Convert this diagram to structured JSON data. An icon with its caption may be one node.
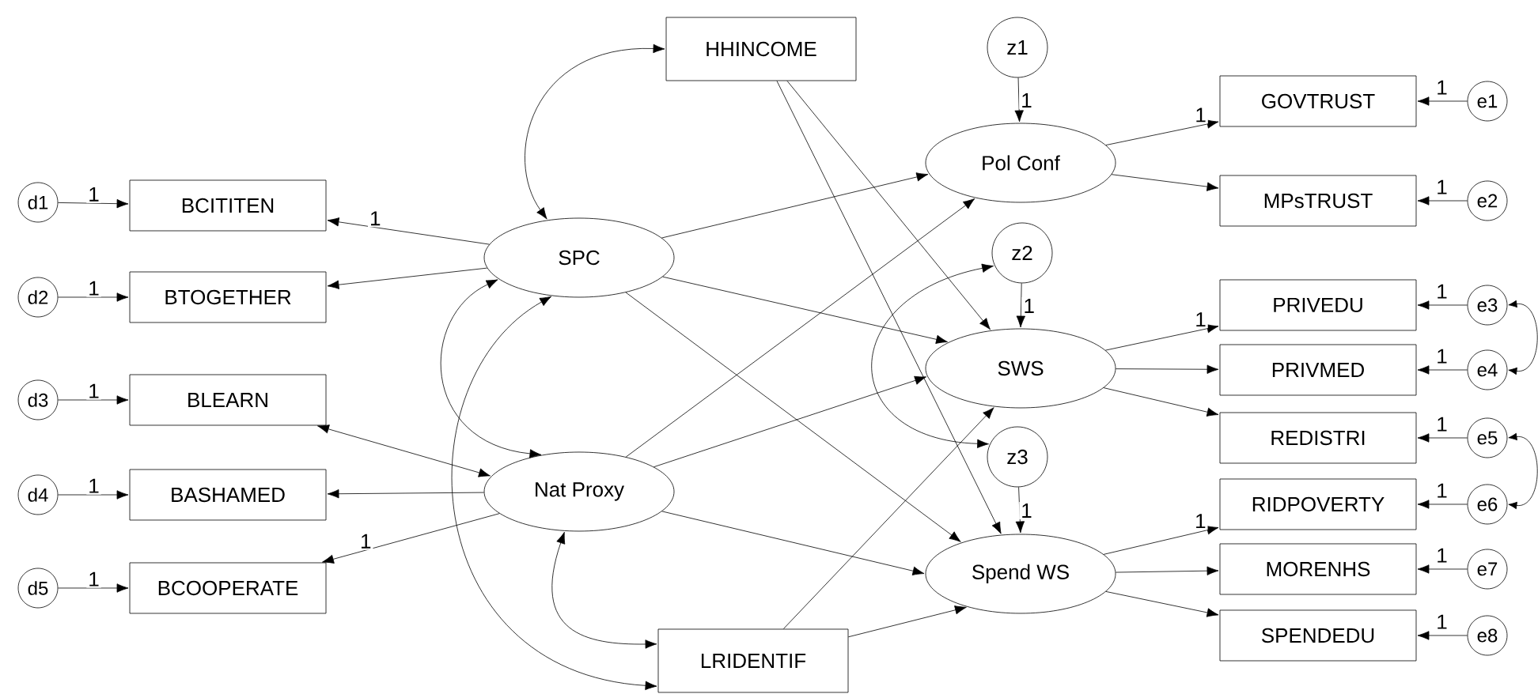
{
  "diagram": {
    "nodes": [
      {
        "text": [
          "d1"
        ]
      },
      {
        "text": [
          "BCITITEN"
        ]
      },
      {
        "text": [
          "d2"
        ]
      },
      {
        "text": [
          "BTOGETHER"
        ]
      },
      {
        "text": [
          "d3"
        ]
      },
      {
        "text": [
          "BLEARN"
        ]
      },
      {
        "text": [
          "d4"
        ]
      },
      {
        "text": [
          "BASHAMED"
        ]
      },
      {
        "text": [
          "d5"
        ]
      },
      {
        "text": [
          "BCOOPERATE"
        ]
      },
      {
        "text": [
          "HHINCOME"
        ]
      },
      {
        "text": [
          "SPC"
        ]
      },
      {
        "text": [
          "Nat Proxy"
        ]
      },
      {
        "text": [
          "LRIDENTIF"
        ]
      },
      {
        "text": [
          "z1"
        ]
      },
      {
        "text": [
          "Pol Conf"
        ]
      },
      {
        "text": [
          "z2"
        ]
      },
      {
        "text": [
          "SWS"
        ]
      },
      {
        "text": [
          "z3"
        ]
      },
      {
        "text": [
          "Spend WS"
        ]
      },
      {
        "text": [
          "GOVTRUST"
        ]
      },
      {
        "text": [
          "MPsTRUST"
        ]
      },
      {
        "text": [
          "PRIVEDU"
        ]
      },
      {
        "text": [
          "PRIVMED"
        ]
      },
      {
        "text": [
          "REDISTRI"
        ]
      },
      {
        "text": [
          "RIDPOVERTY"
        ]
      },
      {
        "text": [
          "MORENHS"
        ]
      },
      {
        "text": [
          "SPENDEDU"
        ]
      },
      {
        "text": [
          "e1"
        ]
      },
      {
        "text": [
          "e2"
        ]
      },
      {
        "text": [
          "e3"
        ]
      },
      {
        "text": [
          "e4"
        ]
      },
      {
        "text": [
          "e5"
        ]
      },
      {
        "text": [
          "e6"
        ]
      },
      {
        "text": [
          "e7"
        ]
      },
      {
        "text": [
          "e8"
        ]
      }
    ],
    "edges": [
      {
        "from": 0,
        "to": 1,
        "arrow": "to",
        "label": "1"
      },
      {
        "from": 2,
        "to": 3,
        "arrow": "to",
        "label": "1"
      },
      {
        "from": 4,
        "to": 5,
        "arrow": "to",
        "label": "1"
      },
      {
        "from": 6,
        "to": 7,
        "arrow": "to",
        "label": "1"
      },
      {
        "from": 8,
        "to": 9,
        "arrow": "to",
        "label": "1"
      },
      {
        "from": 11,
        "to": 1,
        "arrow": "to",
        "label": "1"
      },
      {
        "from": 11,
        "to": 3,
        "arrow": "to"
      },
      {
        "from": 12,
        "to": 5,
        "arrow": "both"
      },
      {
        "from": 12,
        "to": 7,
        "arrow": "to"
      },
      {
        "from": 12,
        "to": 9,
        "arrow": "to",
        "label": "1"
      },
      {
        "from": 10,
        "to": 11,
        "arrow": "both"
      },
      {
        "from": 11,
        "to": 12,
        "arrow": "both"
      },
      {
        "from": 11,
        "to": 13,
        "arrow": "both"
      },
      {
        "from": 12,
        "to": 13,
        "arrow": "both"
      },
      {
        "from": 11,
        "to": 15,
        "arrow": "to"
      },
      {
        "from": 11,
        "to": 17,
        "arrow": "to"
      },
      {
        "from": 11,
        "to": 19,
        "arrow": "to"
      },
      {
        "from": 12,
        "to": 15,
        "arrow": "to"
      },
      {
        "from": 12,
        "to": 17,
        "arrow": "to"
      },
      {
        "from": 12,
        "to": 19,
        "arrow": "to"
      },
      {
        "from": 10,
        "to": 17,
        "arrow": "to"
      },
      {
        "from": 10,
        "to": 19,
        "arrow": "to"
      },
      {
        "from": 13,
        "to": 17,
        "arrow": "to"
      },
      {
        "from": 13,
        "to": 19,
        "arrow": "to"
      },
      {
        "from": 14,
        "to": 15,
        "arrow": "to",
        "label": "1"
      },
      {
        "from": 16,
        "to": 17,
        "arrow": "to",
        "label": "1"
      },
      {
        "from": 18,
        "to": 19,
        "arrow": "to",
        "label": "1"
      },
      {
        "from": 16,
        "to": 18,
        "arrow": "both"
      },
      {
        "from": 15,
        "to": 20,
        "arrow": "to",
        "label": "1"
      },
      {
        "from": 15,
        "to": 21,
        "arrow": "to"
      },
      {
        "from": 17,
        "to": 22,
        "arrow": "to",
        "label": "1"
      },
      {
        "from": 17,
        "to": 23,
        "arrow": "to"
      },
      {
        "from": 17,
        "to": 24,
        "arrow": "to"
      },
      {
        "from": 19,
        "to": 25,
        "arrow": "to",
        "label": "1"
      },
      {
        "from": 19,
        "to": 26,
        "arrow": "to"
      },
      {
        "from": 19,
        "to": 27,
        "arrow": "to"
      },
      {
        "from": 28,
        "to": 20,
        "arrow": "to",
        "label": "1"
      },
      {
        "from": 29,
        "to": 21,
        "arrow": "to",
        "label": "1"
      },
      {
        "from": 30,
        "to": 22,
        "arrow": "to",
        "label": "1"
      },
      {
        "from": 31,
        "to": 23,
        "arrow": "to",
        "label": "1"
      },
      {
        "from": 32,
        "to": 24,
        "arrow": "to",
        "label": "1"
      },
      {
        "from": 33,
        "to": 25,
        "arrow": "to",
        "label": "1"
      },
      {
        "from": 34,
        "to": 26,
        "arrow": "to",
        "label": "1"
      },
      {
        "from": 35,
        "to": 27,
        "arrow": "to",
        "label": "1"
      },
      {
        "from": 30,
        "to": 31,
        "arrow": "both"
      },
      {
        "from": 32,
        "to": 33,
        "arrow": "both"
      }
    ]
  }
}
